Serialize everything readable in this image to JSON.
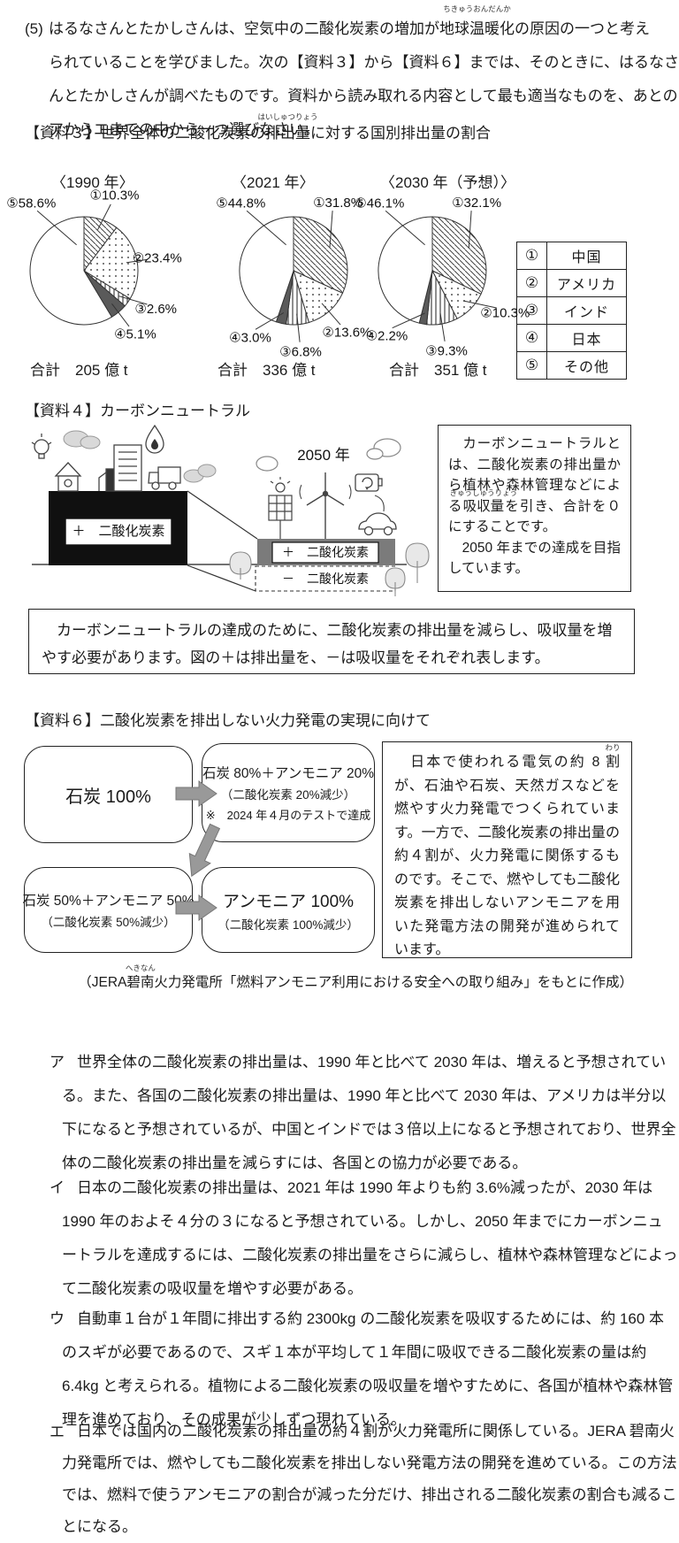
{
  "page": {
    "question": {
      "number": "(5)",
      "line1_pre": "はるなさんとたかしさんは、空気中の二酸化炭素の増加が",
      "line1_ruby_base": "地球温暖化",
      "line1_ruby_text": "ちきゅうおんだんか",
      "line1_post": "の原因の一つと考え",
      "line2": "られていることを学びました。次の【資料３】から【資料６】までは、そのときに、はるなさ",
      "line3": "んとたかしさんが調べたものです。資料から読み取れる内容として最も適当なものを、あとの",
      "line4": "アからエまでの中から一つ選びなさい。"
    },
    "shiryo3": {
      "heading_pre": "【資料３】世界全体の二酸化炭素の",
      "heading_ruby_base": "排出量",
      "heading_ruby_text": "はいしゅつりょう",
      "heading_post": "に対する国別排出量の割合",
      "legend_rows": [
        {
          "num": "①",
          "name": "中国"
        },
        {
          "num": "②",
          "name": "アメリカ"
        },
        {
          "num": "③",
          "name": "インド"
        },
        {
          "num": "④",
          "name": "日本"
        },
        {
          "num": "⑤",
          "name": "その他"
        }
      ]
    },
    "shiryo4": {
      "heading": "【資料４】カーボンニュートラル",
      "year_label": "2050 年",
      "left_box_label": "＋　二酸化炭素",
      "right_plus_label": "＋　二酸化炭素",
      "right_minus_label": "－　二酸化炭素",
      "info_pre": "　カーボンニュートラルとは、二酸化炭素の排出量から植林や森林管理などによる",
      "info_ruby_base": "吸収量",
      "info_ruby_text": "きゅうしゅうりょう",
      "info_post": "を引き、合計を０にすることです。",
      "info_line2": "　2050 年までの達成を目指しています。",
      "caption": "　カーボンニュートラルの達成のために、二酸化炭素の排出量を減らし、吸収量を増やす必要があります。図の＋は排出量を、－は吸収量をそれぞれ表します。"
    },
    "shiryo6": {
      "heading": "【資料６】二酸化炭素を排出しない火力発電の実現に向けて",
      "box1_line1": "石炭 100%",
      "box2_line1": "石炭 80%＋アンモニア 20%",
      "box2_line2": "（二酸化炭素 20%減少）",
      "box2_line3": "※　2024 年４月のテストで達成",
      "box3_line1": "石炭 50%＋アンモニア 50%",
      "box3_line2": "（二酸化炭素 50%減少）",
      "box4_line1": "アンモニア 100%",
      "box4_line2": "（二酸化炭素 100%減少）",
      "info_pre": "　日本で使われる電気の約 8 ",
      "info_ruby_base": "割",
      "info_ruby_text": "わり",
      "info_post": "が、石油や石炭、天然ガスなどを燃やす火力発電でつくられています。一方で、二酸化炭素の排出量の約４割が、火力発電に関係するものです。そこで、燃やしても二酸化炭素を排出しないアンモニアを用いた発電方法の開発が進められています。",
      "source_pre": "（JERA",
      "source_ruby_base": "碧南",
      "source_ruby_text": "へきなん",
      "source_post": "火力発電所「燃料アンモニア利用における安全への取り組み」をもとに作成）"
    },
    "choices": [
      {
        "marker": "ア",
        "lines": [
          "世界全体の二酸化炭素の排出量は、1990 年と比べて 2030 年は、増えると予想されてい",
          "る。また、各国の二酸化炭素の排出量は、1990 年と比べて 2030 年は、アメリカは半分以",
          "下になると予想されているが、中国とインドでは３倍以上になると予想されており、世界全",
          "体の二酸化炭素の排出量を減らすには、各国との協力が必要である。"
        ]
      },
      {
        "marker": "イ",
        "lines": [
          "日本の二酸化炭素の排出量は、2021 年は 1990 年よりも約 3.6%減ったが、2030 年は",
          "1990 年のおよそ４分の３になると予想されている。しかし、2050 年までにカーボンニュ",
          "ートラルを達成するには、二酸化炭素の排出量をさらに減らし、植林や森林管理などによっ",
          "て二酸化炭素の吸収量を増やす必要がある。"
        ]
      },
      {
        "marker": "ウ",
        "lines": [
          "自動車１台が１年間に排出する約 2300kg の二酸化炭素を吸収するためには、約 160 本",
          "のスギが必要であるので、スギ１本が平均して１年間に吸収できる二酸化炭素の量は約",
          "6.4kg と考えられる。植物による二酸化炭素の吸収量を増やすために、各国が植林や森林管",
          "理を進めており、その成果が少しずつ現れている。"
        ]
      },
      {
        "marker": "エ",
        "lines": [
          "日本では国内の二酸化炭素の排出量の約４割が火力発電所に関係している。JERA 碧南火",
          "力発電所では、燃やしても二酸化炭素を排出しない発電方法の開発を進めている。この方法",
          "では、燃料で使うアンモニアの割合が減った分だけ、排出される二酸化炭素の割合も減るこ",
          "とになる。"
        ]
      }
    ]
  },
  "chart_data": [
    {
      "type": "pie",
      "title": "〈1990 年〉",
      "labels": [
        "中国",
        "アメリカ",
        "インド",
        "日本",
        "その他"
      ],
      "values": [
        10.3,
        23.4,
        2.6,
        5.1,
        58.6
      ],
      "value_labels": [
        "10.3",
        "23.4",
        "2.6",
        "5.1",
        "58.6"
      ],
      "total_label": "合計　205 億 t",
      "label_angles": [
        22,
        80,
        118,
        141,
        322
      ],
      "label_radii": [
        92,
        84,
        92,
        92,
        97
      ]
    },
    {
      "type": "pie",
      "title": "〈2021 年〉",
      "labels": [
        "中国",
        "アメリカ",
        "インド",
        "日本",
        "その他"
      ],
      "values": [
        31.8,
        13.6,
        6.8,
        3.0,
        44.8
      ],
      "value_labels": [
        "31.8",
        "13.6",
        "6.8",
        "3.0",
        "44.8"
      ],
      "total_label": "合計　336 億 t",
      "label_angles": [
        33,
        139,
        175,
        213,
        322
      ],
      "label_radii": [
        92,
        92,
        92,
        90,
        97
      ]
    },
    {
      "type": "pie",
      "title": "〈2030 年（予想）〉",
      "labels": [
        "中国",
        "アメリカ",
        "インド",
        "日本",
        "その他"
      ],
      "values": [
        32.1,
        10.3,
        9.3,
        2.2,
        46.1
      ],
      "value_labels": [
        "32.1",
        "10.3",
        "9.3",
        "2.2",
        "46.1"
      ],
      "total_label": "合計　351 億 t",
      "label_angles": [
        33,
        120,
        170,
        215,
        322
      ],
      "label_radii": [
        92,
        95,
        92,
        90,
        97
      ]
    }
  ]
}
